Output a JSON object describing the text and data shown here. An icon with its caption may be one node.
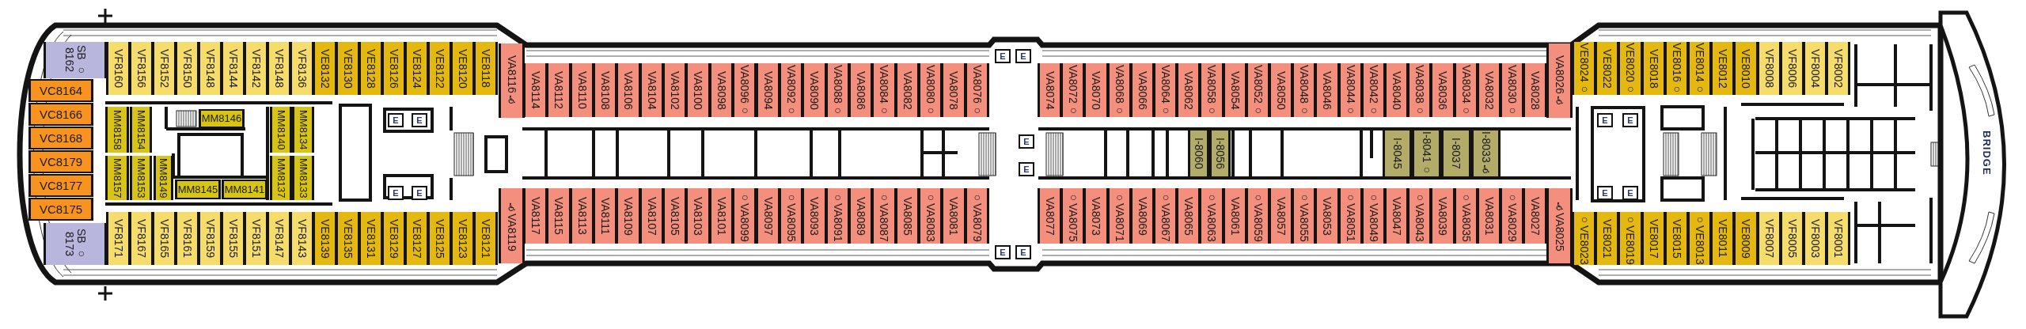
{
  "diagram": {
    "nodes": [
      {
        "text": [
          "SB ○ 8162"
        ]
      },
      {
        "text": [
          "VF8160"
        ]
      },
      {
        "text": [
          "VF8156"
        ]
      },
      {
        "text": [
          "VF8152"
        ]
      },
      {
        "text": [
          "VF8150"
        ]
      },
      {
        "text": [
          "VF8148"
        ]
      },
      {
        "text": [
          "VF8144"
        ]
      },
      {
        "text": [
          "VF8142"
        ]
      },
      {
        "text": [
          "VF8148"
        ]
      },
      {
        "text": [
          "VF8136"
        ]
      },
      {
        "text": [
          "VE8132"
        ]
      },
      {
        "text": [
          "VE8130"
        ]
      },
      {
        "text": [
          "VE8128"
        ]
      },
      {
        "text": [
          "VE8126"
        ]
      },
      {
        "text": [
          "VE8124"
        ]
      },
      {
        "text": [
          "VE8122"
        ]
      },
      {
        "text": [
          "VE8120"
        ]
      },
      {
        "text": [
          "VE8118"
        ]
      },
      {
        "text": [
          "VA8116♿"
        ]
      },
      {
        "text": [
          "VA8114"
        ]
      },
      {
        "text": [
          "VA8112"
        ]
      },
      {
        "text": [
          "VA8110"
        ]
      },
      {
        "text": [
          "VA8108"
        ]
      },
      {
        "text": [
          "VA8106"
        ]
      },
      {
        "text": [
          "VA8104"
        ]
      },
      {
        "text": [
          "VA8102"
        ]
      },
      {
        "text": [
          "VA8100"
        ]
      },
      {
        "text": [
          "VA8098"
        ]
      },
      {
        "text": [
          "VA8096○"
        ]
      },
      {
        "text": [
          "VA8094"
        ]
      },
      {
        "text": [
          "VA8092○"
        ]
      },
      {
        "text": [
          "VA8090"
        ]
      },
      {
        "text": [
          "VA8088○"
        ]
      },
      {
        "text": [
          "VA8086"
        ]
      },
      {
        "text": [
          "VA8084○"
        ]
      },
      {
        "text": [
          "VA8082"
        ]
      },
      {
        "text": [
          "VA8080○"
        ]
      },
      {
        "text": [
          "VA8078"
        ]
      },
      {
        "text": [
          "VA8076○"
        ]
      },
      {
        "text": [
          "VA8074"
        ]
      },
      {
        "text": [
          "VA8072○"
        ]
      },
      {
        "text": [
          "VA8070"
        ]
      },
      {
        "text": [
          "VA8068○"
        ]
      },
      {
        "text": [
          "VA8066"
        ]
      },
      {
        "text": [
          "VA8064○"
        ]
      },
      {
        "text": [
          "VA8062"
        ]
      },
      {
        "text": [
          "VA8058○"
        ]
      },
      {
        "text": [
          "VA8054"
        ]
      },
      {
        "text": [
          "VA8052○"
        ]
      },
      {
        "text": [
          "VA8050"
        ]
      },
      {
        "text": [
          "VA8048○"
        ]
      },
      {
        "text": [
          "VA8046"
        ]
      },
      {
        "text": [
          "VA8044○"
        ]
      },
      {
        "text": [
          "VA8042○"
        ]
      },
      {
        "text": [
          "VA8040"
        ]
      },
      {
        "text": [
          "VA8038○"
        ]
      },
      {
        "text": [
          "VA8036"
        ]
      },
      {
        "text": [
          "VA8034○"
        ]
      },
      {
        "text": [
          "VA8032"
        ]
      },
      {
        "text": [
          "VA8030○"
        ]
      },
      {
        "text": [
          "VA8028"
        ]
      },
      {
        "text": [
          "VA8026♿"
        ]
      },
      {
        "text": [
          "VE8024○"
        ]
      },
      {
        "text": [
          "VE8022"
        ]
      },
      {
        "text": [
          "VE8020○"
        ]
      },
      {
        "text": [
          "VE8018"
        ]
      },
      {
        "text": [
          "VE8016○"
        ]
      },
      {
        "text": [
          "VE8014○"
        ]
      },
      {
        "text": [
          "VE8012"
        ]
      },
      {
        "text": [
          "VE8010"
        ]
      },
      {
        "text": [
          "VF8008"
        ]
      },
      {
        "text": [
          "VF8006"
        ]
      },
      {
        "text": [
          "VF8004"
        ]
      },
      {
        "text": [
          "VF8002"
        ]
      },
      {
        "text": [
          "VC8164"
        ]
      },
      {
        "text": [
          "VC8166"
        ]
      },
      {
        "text": [
          "VC8168"
        ]
      },
      {
        "text": [
          "VC8179"
        ]
      },
      {
        "text": [
          "VC8177"
        ]
      },
      {
        "text": [
          "VC8175"
        ]
      },
      {
        "text": [
          "MM8158"
        ]
      },
      {
        "text": [
          "MM8154"
        ]
      },
      {
        "text": [
          "MM8146"
        ]
      },
      {
        "text": [
          "MM8140"
        ]
      },
      {
        "text": [
          "MM8134"
        ]
      },
      {
        "text": [
          "MM8157"
        ]
      },
      {
        "text": [
          "MM8153"
        ]
      },
      {
        "text": [
          "MM8149"
        ]
      },
      {
        "text": [
          "MM8145"
        ]
      },
      {
        "text": [
          "MM8141"
        ]
      },
      {
        "text": [
          "MM8137"
        ]
      },
      {
        "text": [
          "MM8133"
        ]
      },
      {
        "text": [
          "I-8060"
        ]
      },
      {
        "text": [
          "I-8056"
        ]
      },
      {
        "text": [
          "I-8045"
        ]
      },
      {
        "text": [
          "I-8041○"
        ]
      },
      {
        "text": [
          "I-8037"
        ]
      },
      {
        "text": [
          "I-8033♿"
        ]
      },
      {
        "text": [
          "SB ○ 8173"
        ]
      },
      {
        "text": [
          "VF8171"
        ]
      },
      {
        "text": [
          "VF8167"
        ]
      },
      {
        "text": [
          "VF8165"
        ]
      },
      {
        "text": [
          "VF8161"
        ]
      },
      {
        "text": [
          "VF8159"
        ]
      },
      {
        "text": [
          "VF8155"
        ]
      },
      {
        "text": [
          "VF8151"
        ]
      },
      {
        "text": [
          "VF8147"
        ]
      },
      {
        "text": [
          "VF8143"
        ]
      },
      {
        "text": [
          "VE8139"
        ]
      },
      {
        "text": [
          "VE8135"
        ]
      },
      {
        "text": [
          "VE8131"
        ]
      },
      {
        "text": [
          "VE8129"
        ]
      },
      {
        "text": [
          "VE8127"
        ]
      },
      {
        "text": [
          "VE8125"
        ]
      },
      {
        "text": [
          "VE8123"
        ]
      },
      {
        "text": [
          "VE8121"
        ]
      },
      {
        "text": [
          "♿VA8119"
        ]
      },
      {
        "text": [
          "VA8117"
        ]
      },
      {
        "text": [
          "VA8115"
        ]
      },
      {
        "text": [
          "VA8113"
        ]
      },
      {
        "text": [
          "VA8111"
        ]
      },
      {
        "text": [
          "VA8109"
        ]
      },
      {
        "text": [
          "VA8107"
        ]
      },
      {
        "text": [
          "VA8105"
        ]
      },
      {
        "text": [
          "VA8103"
        ]
      },
      {
        "text": [
          "VA8101"
        ]
      },
      {
        "text": [
          "○VA8099"
        ]
      },
      {
        "text": [
          "VA8097"
        ]
      },
      {
        "text": [
          "○VA8095"
        ]
      },
      {
        "text": [
          "VA8093"
        ]
      },
      {
        "text": [
          "○VA8091"
        ]
      },
      {
        "text": [
          "VA8089"
        ]
      },
      {
        "text": [
          "○VA8087"
        ]
      },
      {
        "text": [
          "VA8085"
        ]
      },
      {
        "text": [
          "○VA8083"
        ]
      },
      {
        "text": [
          "VA8081"
        ]
      },
      {
        "text": [
          "○VA8079"
        ]
      },
      {
        "text": [
          "VA8077"
        ]
      },
      {
        "text": [
          "○VA8075"
        ]
      },
      {
        "text": [
          "VA8073"
        ]
      },
      {
        "text": [
          "○VA8071"
        ]
      },
      {
        "text": [
          "VA8069"
        ]
      },
      {
        "text": [
          "○VA8067"
        ]
      },
      {
        "text": [
          "VA8065"
        ]
      },
      {
        "text": [
          "○VA8063"
        ]
      },
      {
        "text": [
          "VA8061"
        ]
      },
      {
        "text": [
          "○VA8059"
        ]
      },
      {
        "text": [
          "VA8057"
        ]
      },
      {
        "text": [
          "○VA8055"
        ]
      },
      {
        "text": [
          "VA8053"
        ]
      },
      {
        "text": [
          "○VA8051"
        ]
      },
      {
        "text": [
          "○VA8049"
        ]
      },
      {
        "text": [
          "VA8047"
        ]
      },
      {
        "text": [
          "○VA8043"
        ]
      },
      {
        "text": [
          "VA8039"
        ]
      },
      {
        "text": [
          "○VA8035"
        ]
      },
      {
        "text": [
          "VA8031"
        ]
      },
      {
        "text": [
          "○VA8029"
        ]
      },
      {
        "text": [
          "VA8027"
        ]
      },
      {
        "text": [
          "♿VA8025"
        ]
      },
      {
        "text": [
          "○VE8023"
        ]
      },
      {
        "text": [
          "VE8021"
        ]
      },
      {
        "text": [
          "○VE8019"
        ]
      },
      {
        "text": [
          "VE8017"
        ]
      },
      {
        "text": [
          "VE8015"
        ]
      },
      {
        "text": [
          "○VE8013"
        ]
      },
      {
        "text": [
          "VE8011"
        ]
      },
      {
        "text": [
          "VE8009"
        ]
      },
      {
        "text": [
          "VF8007"
        ]
      },
      {
        "text": [
          "VF8005"
        ]
      },
      {
        "text": [
          "VF8003"
        ]
      },
      {
        "text": [
          "VF8001"
        ]
      }
    ],
    "labels": [
      "E",
      "E",
      "E",
      "E",
      "E",
      "E",
      "E",
      "E",
      "E",
      "E",
      "E",
      "E",
      "E",
      "E",
      "BRIDGE"
    ]
  }
}
